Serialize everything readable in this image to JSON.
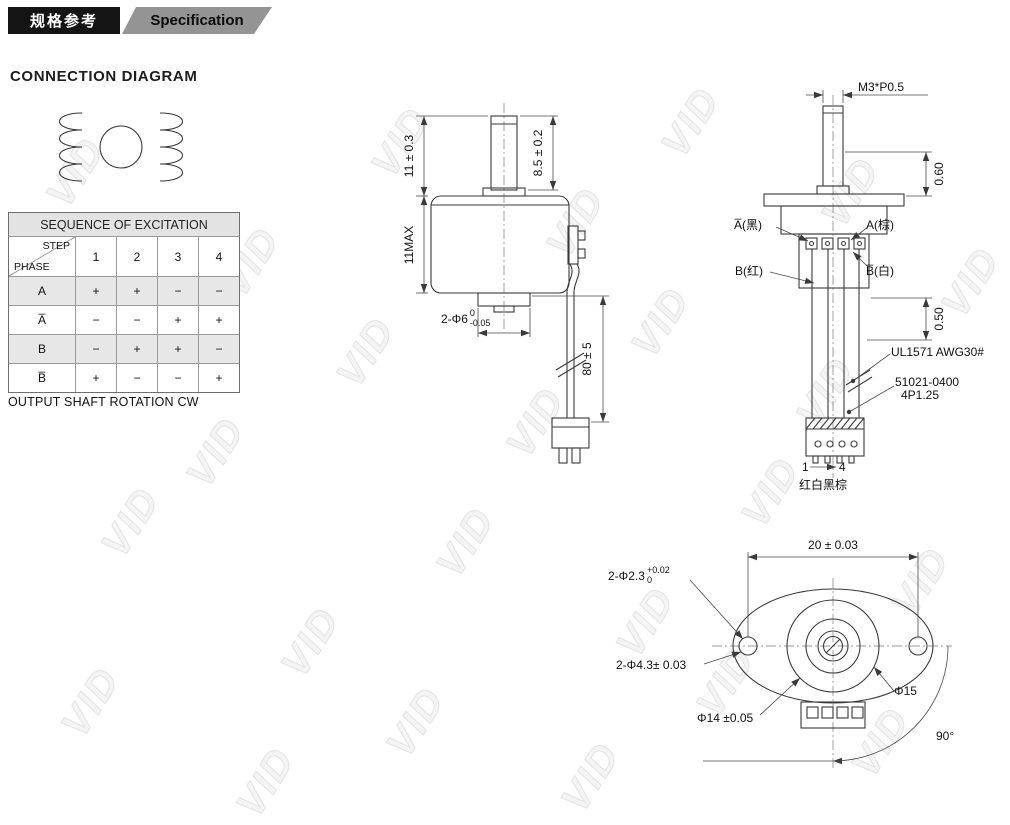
{
  "watermark": {
    "text": "VID"
  },
  "header": {
    "title_cn": "规格参考",
    "title_en": "Specification"
  },
  "connection": {
    "heading": "CONNECTION DIAGRAM"
  },
  "excitation_table": {
    "title": "SEQUENCE OF EXCITATION",
    "corner_step": "STEP",
    "corner_phase": "PHASE",
    "steps": [
      "1",
      "2",
      "3",
      "4"
    ],
    "rows": [
      {
        "phase": "A",
        "values": [
          "+",
          "+",
          "−",
          "−"
        ]
      },
      {
        "phase": "A̅",
        "values": [
          "−",
          "−",
          "+",
          "+"
        ]
      },
      {
        "phase": "B",
        "values": [
          "−",
          "+",
          "+",
          "−"
        ]
      },
      {
        "phase": "B̅",
        "values": [
          "+",
          "−",
          "−",
          "+"
        ]
      }
    ],
    "footer": "OUTPUT SHAFT ROTATION CW"
  },
  "front_view": {
    "dim_shaft_length": "11 ± 0.3",
    "dim_shaft_exposed": "8.5 ± 0.2",
    "dim_body_height": "11MAX",
    "dim_boss": {
      "main": "2-Φ6",
      "tol_top": "0",
      "tol_bottom": "-0.05"
    },
    "dim_lead_length": "80 ± 5"
  },
  "side_view": {
    "thread_spec": "M3*P0.5",
    "dim_top": "0.60",
    "dim_mid": "0.50",
    "terminal_a_bar": "A̅(黑)",
    "terminal_a": "A(棕)",
    "terminal_b": "B(红)",
    "terminal_b_bar": "B̅(白)",
    "wire_spec": "UL1571 AWG30#",
    "connector_model": "51021-0400",
    "connector_pitch": "4P1.25",
    "pin_first": "1",
    "pin_last": "4",
    "wire_colors": "红白黑棕"
  },
  "top_view": {
    "dim_hole_span": "20 ± 0.03",
    "dim_small_holes": {
      "main": "2-Φ2.3",
      "tol_top": "+0.02",
      "tol_bottom": "0"
    },
    "dim_large_holes": "2-Φ4.3± 0.03",
    "dim_pilot": "Φ15",
    "dim_boss": "Φ14 ±0.05",
    "dim_angle": "90°"
  }
}
